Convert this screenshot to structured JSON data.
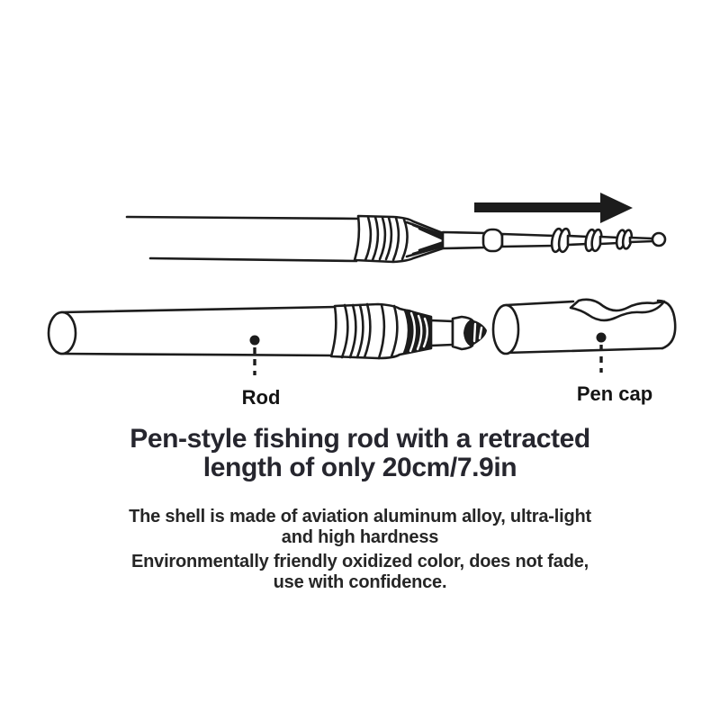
{
  "colors": {
    "background": "#ffffff",
    "line_ink": "#1c1c1c",
    "heading_text": "#26262e",
    "body_text": "#262626",
    "label_text": "#141414"
  },
  "icons": {
    "direction_arrow": "arrow-right-icon",
    "rod_pointer": "dashed-leader-dot",
    "pen_cap_pointer": "dashed-leader-dot"
  },
  "parts": [
    {
      "id": "rod",
      "label": "Rod"
    },
    {
      "id": "pen_cap",
      "label": "Pen cap"
    }
  ],
  "heading": {
    "line1": "Pen-style fishing rod with a retracted",
    "line2": "length of only 20cm/7.9in"
  },
  "features": [
    {
      "line1": "The shell is made of aviation aluminum alloy, ultra-light",
      "line2": "and high hardness"
    },
    {
      "line1": "Environmentally friendly oxidized color, does not fade,",
      "line2": "use with confidence."
    }
  ]
}
